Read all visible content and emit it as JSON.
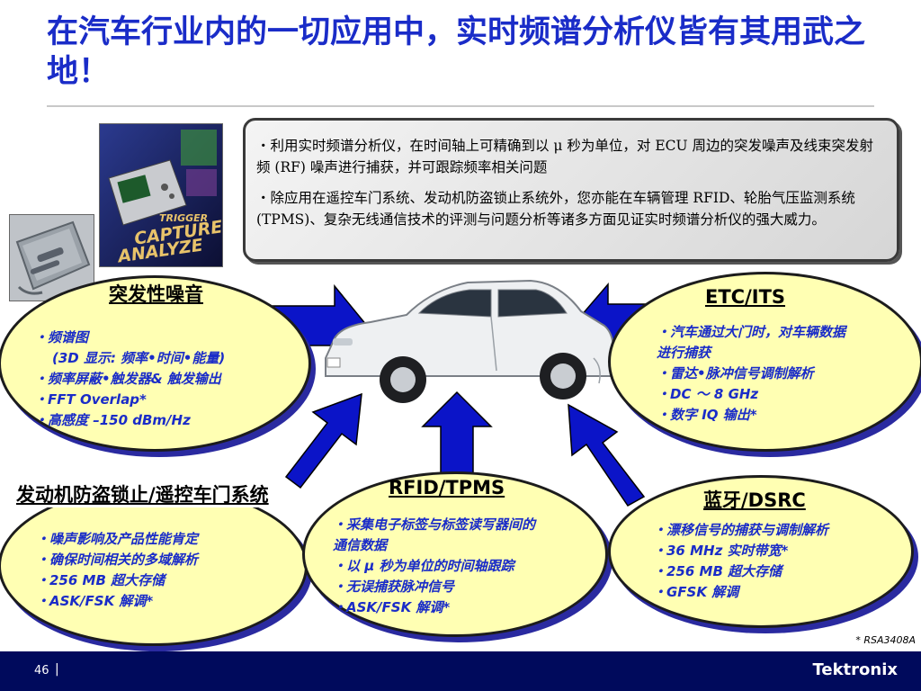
{
  "title": "在汽车行业内的一切应用中，实时频谱分析仪皆有其用武之地！",
  "infobox": {
    "bullet1": "・利用实时频谱分析仪，在时间轴上可精确到以 μ 秒为单位，对 ECU 周边的突发噪声及线束突发射频 (RF) 噪声进行捕获，并可跟踪频率相关问题",
    "bullet2": "・除应用在遥控车门系统、发动机防盗锁止系统外，您亦能在车辆管理 RFID、轮胎气压监测系统 (TPMS)、复杂无线通信技术的评测与问题分析等诸多方面见证实时频谱分析仪的强大威力。"
  },
  "product_image": {
    "words": [
      "TRIGGER",
      "CAPTURE",
      "ANALYZE"
    ]
  },
  "ellipses": {
    "burst": {
      "title": "突发性噪音",
      "items": [
        "・频谱图",
        "(3D 显示: 频率•时间•能量)",
        "・频率屏蔽•触发器& 触发输出",
        "・FFT Overlap*",
        "・高感度 –150 dBm/Hz"
      ]
    },
    "etc": {
      "title": "ETC/ITS",
      "items": [
        "・汽车通过大门时，对车辆数据",
        "进行捕获",
        "・雷达•脉冲信号调制解析",
        "・DC ～ 8 GHz",
        "・数字 IQ 输出*"
      ]
    },
    "immobilizer": {
      "title": "发动机防盗锁止/遥控车门系统",
      "items": [
        "・噪声影响及产品性能肯定",
        "・确保时间相关的多域解析",
        "・256 MB 超大存储",
        "・ASK/FSK 解调*"
      ]
    },
    "rfid": {
      "title": "RFID/TPMS",
      "items": [
        "・采集电子标签与标签读写器间的",
        "通信数据",
        "・以 μ 秒为单位的时间轴跟踪",
        "・无误捕获脉冲信号",
        "・ASK/FSK 解调*"
      ]
    },
    "bluetooth": {
      "title": "蓝牙/DSRC",
      "items": [
        "・漂移信号的捕获与调制解析",
        "・36 MHz 实时带宽*",
        "・256 MB 超大存储",
        "・GFSK 解调"
      ]
    }
  },
  "footnote": "* RSA3408A",
  "footer": {
    "page_number": "46",
    "separator": "|",
    "logo": "Tektronix"
  },
  "colors": {
    "title": "#1a2cc8",
    "ellipse_fill": "#ffffb3",
    "arrow": "#0b14c8",
    "footer_bg": "#000a5c"
  }
}
